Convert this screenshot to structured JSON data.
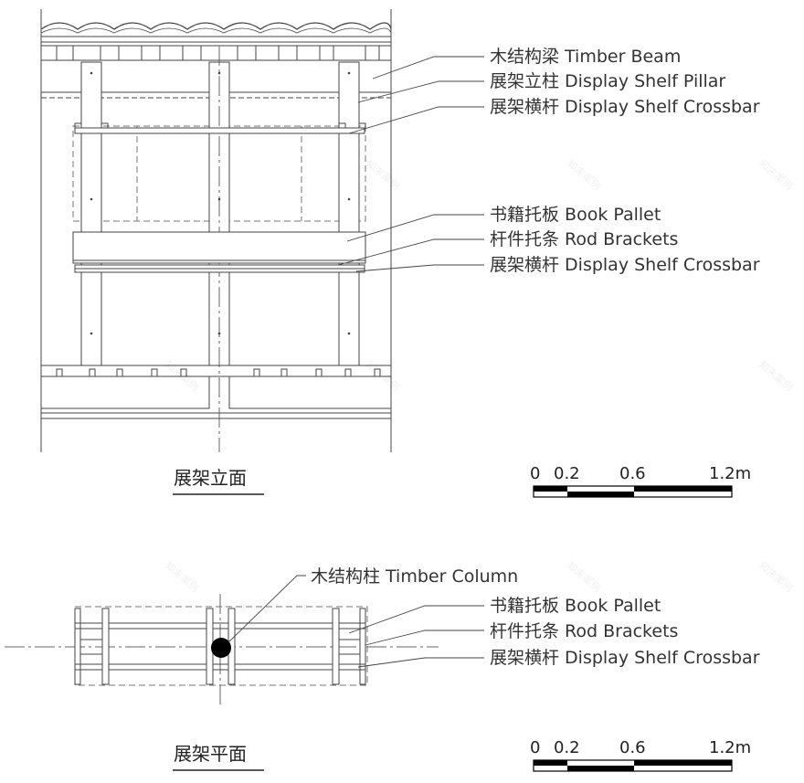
{
  "elevation": {
    "title": "展架立面",
    "labels": [
      "木结构梁 Timber Beam",
      "展架立柱 Display Shelf Pillar",
      "展架横杆 Display Shelf Crossbar",
      "书籍托板 Book Pallet",
      "杆件托条 Rod Brackets",
      "展架横杆 Display Shelf Crossbar"
    ]
  },
  "plan": {
    "title": "展架平面",
    "labels": [
      "木结构柱 Timber Column",
      "书籍托板 Book Pallet",
      "杆件托条 Rod Brackets",
      "展架横杆 Display Shelf Crossbar"
    ]
  },
  "scale_bar": {
    "ticks": [
      "0",
      "0.2",
      "0.6",
      "1.2m"
    ]
  },
  "watermark": "知末案例",
  "colors": {
    "line": "#444444",
    "text": "#333333",
    "fill": "#000000"
  }
}
